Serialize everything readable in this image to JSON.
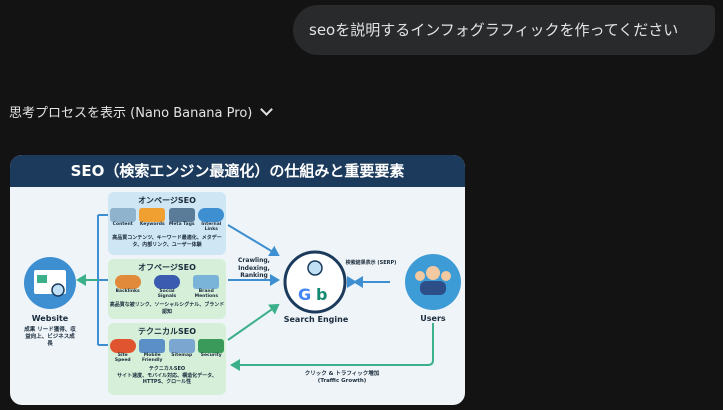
{
  "chat": {
    "user_message": "seoを説明するインフォグラフィックを作ってください",
    "thinking_toggle": "思考プロセスを表示 (Nano Banana Pro)"
  },
  "infographic": {
    "title": "SEO（検索エンジン最適化）の仕組みと重要要素",
    "onpage": {
      "title": "オンページSEO",
      "items": [
        "Content",
        "Keywords",
        "Meta Tags",
        "Internal Links"
      ],
      "desc": "高品質コンテンツ、キーワード最適化、メタデータ、内部リンク、ユーザー体験"
    },
    "offpage": {
      "title": "オフページSEO",
      "items": [
        "Backlinks",
        "Social Signals",
        "Brand Mentions"
      ],
      "desc": "高品質な被リンク、ソーシャルシグナル、ブランド認知"
    },
    "technical": {
      "title": "テクニカルSEO",
      "items": [
        "Site Speed",
        "Mobile Friendly",
        "Sitemap",
        "Security"
      ],
      "desc_title": "テクニカルSEO",
      "desc": "サイト速度、モバイル対応、構造化データ、HTTPS、クロール性"
    },
    "website": {
      "label": "Website",
      "desc": "成果 リード獲得、収益向上、ビジネス成長"
    },
    "crawl": "Crawling, Indexing, Ranking",
    "search_engine": "Search Engine",
    "serp": "検索結果表示 (SERP)",
    "users": "Users",
    "traffic": "クリック & トラフィック増加 (Traffic Growth)"
  }
}
